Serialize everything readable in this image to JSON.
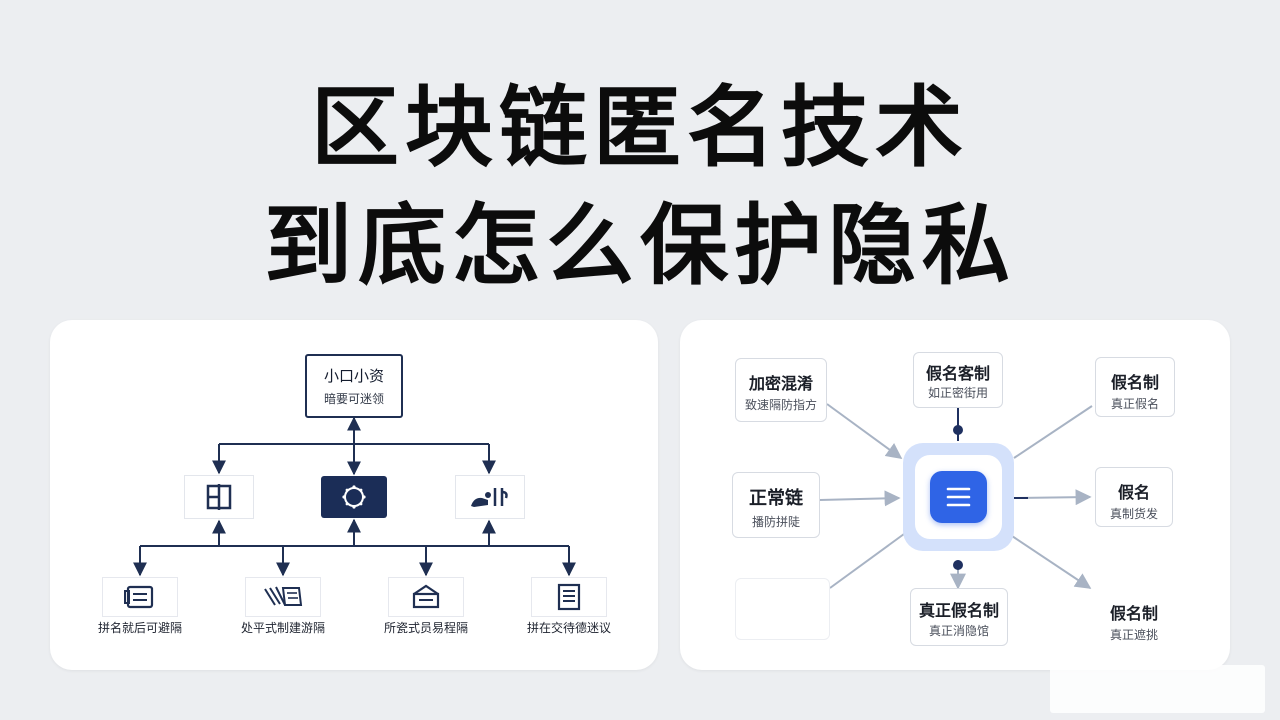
{
  "title": {
    "line1": "区块链匿名技术",
    "line2": "到底怎么保护隐私"
  },
  "left_diagram": {
    "root": {
      "label": "小口小资",
      "sublabel": "暗要可迷领"
    },
    "middle_nodes": [
      {
        "icon": "split-square-icon"
      },
      {
        "icon": "gear-icon"
      },
      {
        "icon": "coin-hand-icon"
      }
    ],
    "leaves": [
      {
        "icon": "card-icon",
        "label": "拼名就后可避隔"
      },
      {
        "icon": "documents-icon",
        "label": "处平式制建游隔"
      },
      {
        "icon": "box-icon",
        "label": "所瓷式员易程隔"
      },
      {
        "icon": "list-icon",
        "label": "拼在交待德迷议"
      }
    ]
  },
  "right_diagram": {
    "nodes": [
      {
        "label": "加密混淆",
        "sublabel": "致速隔防指方"
      },
      {
        "label": "假名客制",
        "sublabel": "如正密街用"
      },
      {
        "label": "假名制",
        "sublabel": "真正假名"
      },
      {
        "label": "正常链",
        "sublabel": "播防拼陡"
      },
      {
        "label": "假名",
        "sublabel": "真制货发"
      },
      {
        "label": "",
        "sublabel": ""
      },
      {
        "label": "真正假名制",
        "sublabel": "真正消隐馆"
      },
      {
        "label": "假名制",
        "sublabel": "真正遮挑"
      }
    ],
    "hub": {
      "icon": "menu-icon",
      "color": "#2f64e6",
      "ring_color": "#d4e1fb"
    }
  },
  "colors": {
    "background": "#eceef1",
    "navy": "#1b2d57",
    "arrow_gray": "#a8b3c4",
    "accent_blue": "#2f64e6"
  }
}
